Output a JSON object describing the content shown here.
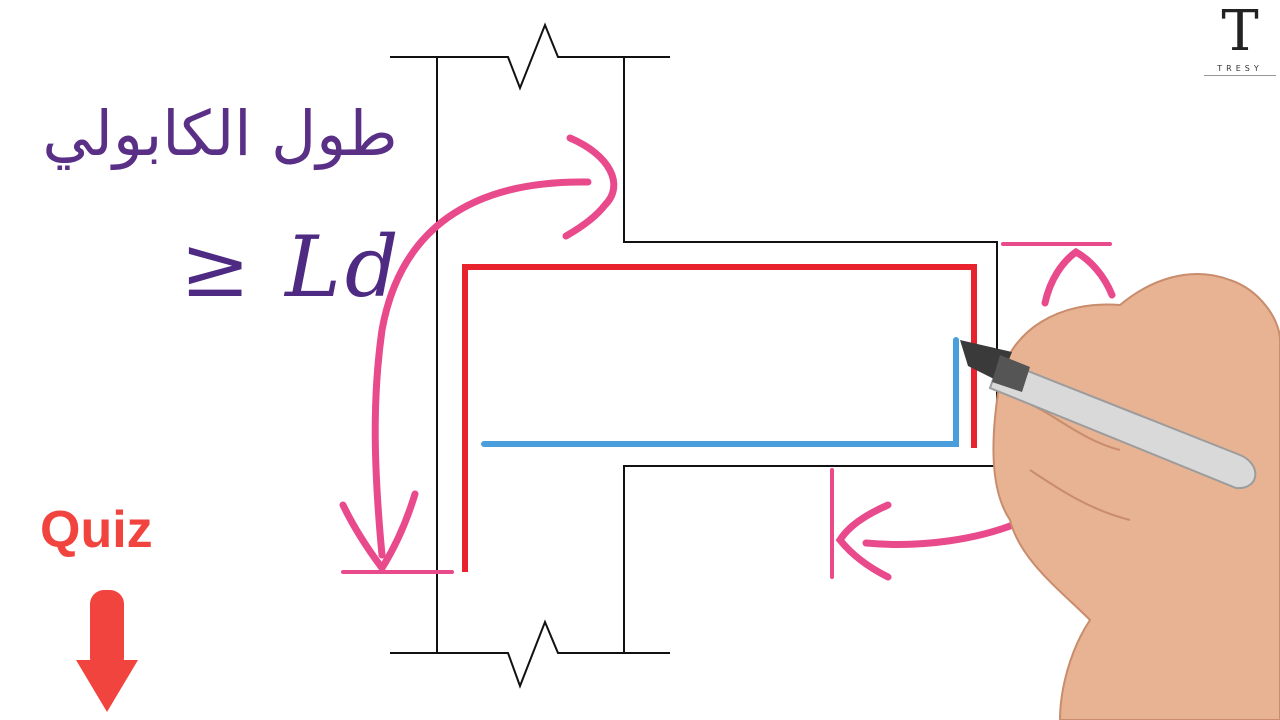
{
  "title_arabic": "طول الكابولي",
  "formula": "≥ Ld",
  "quiz": {
    "label": "Quiz"
  },
  "logo": {
    "letter": "T",
    "text": "TRESY",
    "subtitle": ""
  },
  "colors": {
    "outline": "#111111",
    "main_bar": "#e8232e",
    "secondary_bar": "#4a9edb",
    "dimension_arrows": "#e84a8c",
    "title_text": "#5a2f86",
    "quiz": "#f2443f"
  },
  "icons": {
    "pen_hand": "hand-holding-marker-icon",
    "quiz_arrow": "arrow-down-icon",
    "logo": "tresy-logo-icon"
  }
}
